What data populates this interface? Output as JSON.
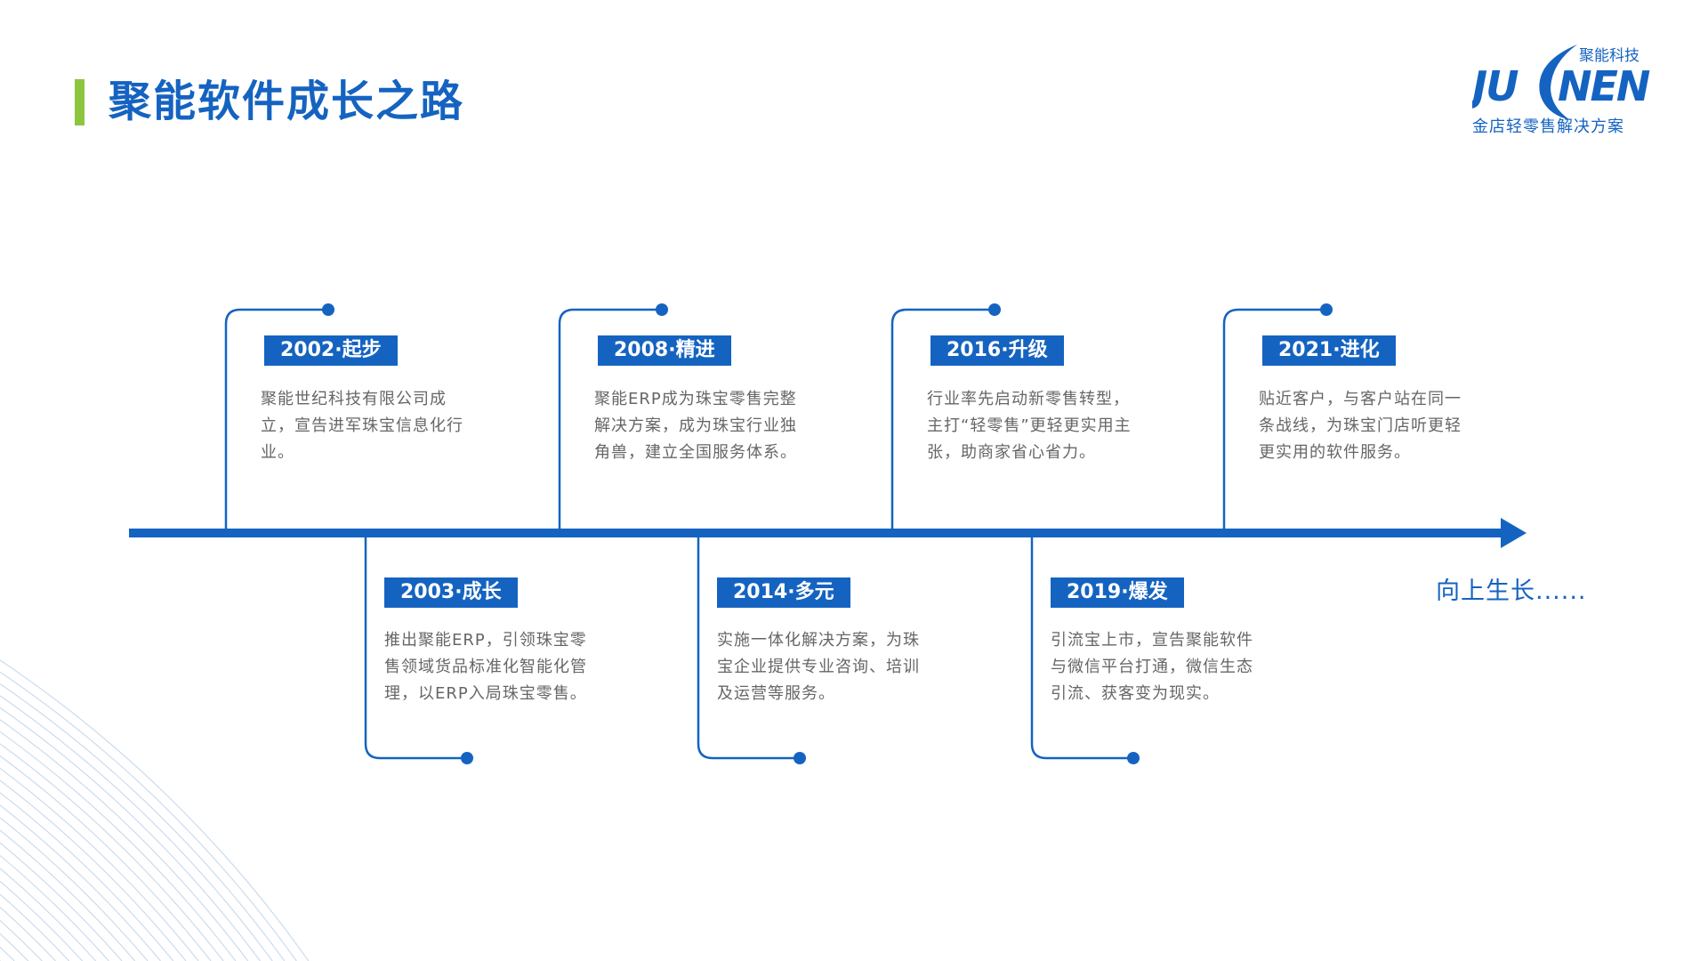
{
  "title": "聚能软件成长之路",
  "logo": {
    "brand_cn": "聚能科技",
    "brand_en": "JUNEN",
    "slogan": "金店轻零售解决方案"
  },
  "colors": {
    "accent": "#1563c1",
    "title_bar": "#8cc63f",
    "text": "#666666",
    "arcs": "#c9dcf0"
  },
  "milestones_top": [
    {
      "label": "2002·起步",
      "desc": "聚能世纪科技有限公司成立，宣告进军珠宝信息化行业。"
    },
    {
      "label": "2008·精进",
      "desc": "聚能ERP成为珠宝零售完整解决方案，成为珠宝行业独角兽，建立全国服务体系。"
    },
    {
      "label": "2016·升级",
      "desc": "行业率先启动新零售转型，主打“轻零售”更轻更实用主张，助商家省心省力。"
    },
    {
      "label": "2021·进化",
      "desc": "贴近客户，与客户站在同一条战线，为珠宝门店听更轻更实用的软件服务。"
    }
  ],
  "milestones_bottom": [
    {
      "label": "2003·成长",
      "desc": "推出聚能ERP，引领珠宝零售领域货品标准化智能化管理，以ERP入局珠宝零售。"
    },
    {
      "label": "2014·多元",
      "desc": "实施一体化解决方案，为珠宝企业提供专业咨询、培训及运营等服务。"
    },
    {
      "label": "2019·爆发",
      "desc": "引流宝上市，宣告聚能软件与微信平台打通，微信生态引流、获客变为现实。"
    }
  ],
  "future": "向上生长......"
}
